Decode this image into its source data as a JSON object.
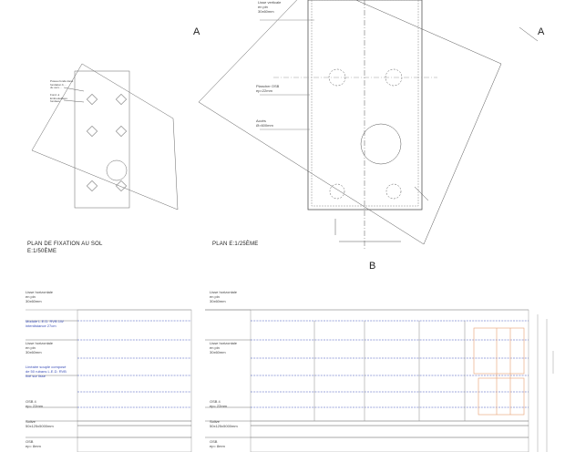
{
  "section_marks": {
    "a_left": "A",
    "a_right": "A",
    "b": "B"
  },
  "titles": {
    "fixation_line1": "PLAN DE FIXATION AU SOL",
    "fixation_line2": "E:1/50ÈME",
    "plan": "PLAN E:1/25ÈME"
  },
  "small_plan_notes": {
    "note1": [
      "Poteau fondé dans",
      "fondation b…",
      "du vers…"
    ],
    "note2": [
      "Fond. à",
      "Embouteillées",
      "fondées"
    ]
  },
  "plan_labels": {
    "lisse": [
      "Lisse verticale",
      "en pin",
      "30x60mm"
    ],
    "plancher": [
      "Plancher OSB",
      "ep=22mm"
    ],
    "acces": [
      "Accès",
      "Ø=600mm"
    ]
  },
  "elev_left": {
    "lisse_top": [
      "Lisse horizontale",
      "en pin",
      "30x60mm"
    ],
    "module": [
      "Module L.E.D. RVB 1W",
      "interdistance 27cm"
    ],
    "lisse_mid": [
      "Lisse horizontale",
      "en pin",
      "30x60mm"
    ],
    "lineaire": [
      "Linéaire souple composé",
      "de 50 rubans L.E.D. RVB",
      "fixé sur lisse"
    ],
    "osb4": [
      "OSB 4",
      "ep= 22mm"
    ],
    "solive": [
      "Solive",
      "50x125x5000mm"
    ],
    "osb": [
      "OSB",
      "ep= 8mm"
    ]
  },
  "elev_right": {
    "lisse_top": [
      "Lisse horizontale",
      "en pin",
      "30x60mm"
    ],
    "lisse_mid": [
      "Lisse horizontale",
      "en pin",
      "30x60mm"
    ],
    "osb4": [
      "OSB 4",
      "ep= 22mm"
    ],
    "solive": [
      "Solive",
      "50x125x5000mm"
    ],
    "osb": [
      "OSB",
      "ep= 8mm"
    ]
  },
  "colors": {
    "line": "#555555",
    "faint": "#9a9a9a",
    "blue": "#3b4fb8",
    "orange": "#e8a070"
  }
}
